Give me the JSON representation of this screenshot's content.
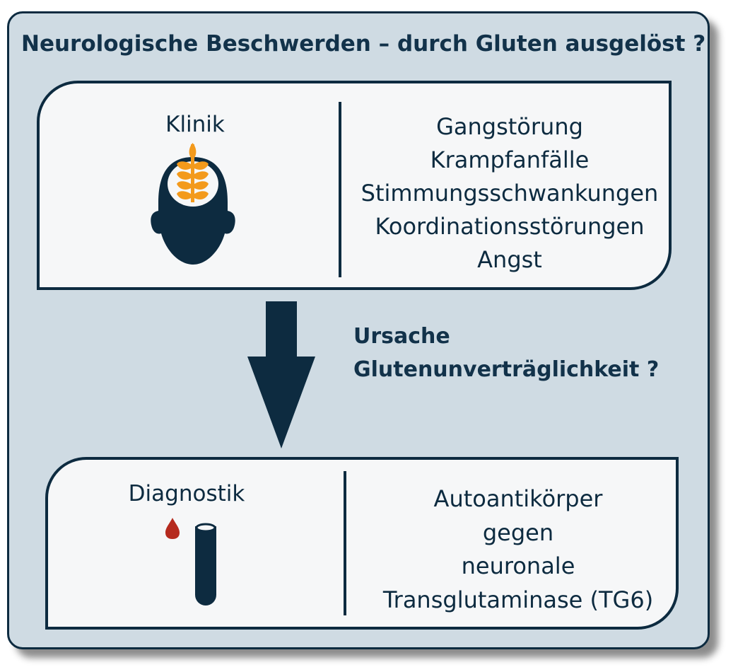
{
  "title": "Neurologische Beschwerden – durch Gluten ausgelöst ?",
  "colors": {
    "background_panel": "#cfdbe3",
    "dark_navy": "#0d2b40",
    "card_fill": "#f6f7f8",
    "wheat_orange": "#f39a1c",
    "blood_red": "#b52a1e"
  },
  "klinik": {
    "label": "Klinik",
    "icon": "head-with-wheat-icon",
    "symptoms": [
      "Gangstörung",
      "Krampfanfälle",
      "Stimmungsschwankungen",
      "Koordinationsstörungen",
      "Angst"
    ]
  },
  "cause": {
    "line1": "Ursache",
    "line2": "Glutenunverträglichkeit ?",
    "icon": "down-arrow-icon"
  },
  "diagnostik": {
    "label": "Diagnostik",
    "icons": [
      "blood-drop-icon",
      "test-tube-icon"
    ],
    "text_lines": [
      "Autoantikörper",
      "gegen",
      "neuronale",
      "Transglutaminase (TG6)"
    ]
  }
}
